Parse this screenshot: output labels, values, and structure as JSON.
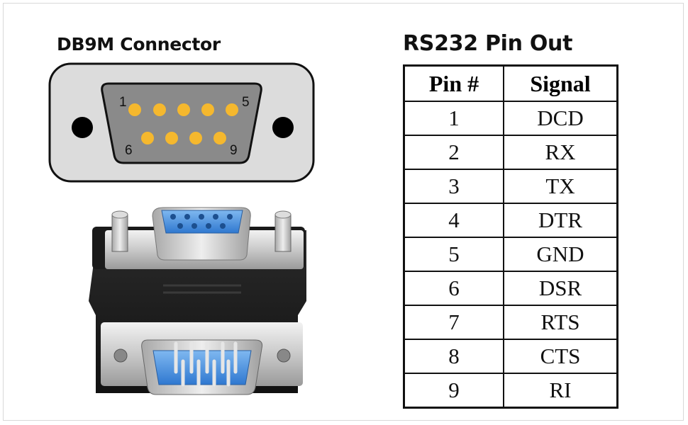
{
  "connector": {
    "title": "DB9M Connector",
    "pin_labels": {
      "top_left": "1",
      "top_right": "5",
      "bottom_left": "6",
      "bottom_right": "9"
    },
    "colors": {
      "plate": "#dcdcdc",
      "face": "#8a8a8a",
      "pin": "#f5b82e",
      "hole": "#000000"
    }
  },
  "pinout": {
    "title": "RS232 Pin Out",
    "headers": [
      "Pin #",
      "Signal"
    ],
    "rows": [
      {
        "pin": "1",
        "signal": "DCD"
      },
      {
        "pin": "2",
        "signal": "RX"
      },
      {
        "pin": "3",
        "signal": "TX"
      },
      {
        "pin": "4",
        "signal": "DTR"
      },
      {
        "pin": "5",
        "signal": "GND"
      },
      {
        "pin": "6",
        "signal": "DSR"
      },
      {
        "pin": "7",
        "signal": "RTS"
      },
      {
        "pin": "8",
        "signal": "CTS"
      },
      {
        "pin": "9",
        "signal": "RI"
      }
    ]
  }
}
